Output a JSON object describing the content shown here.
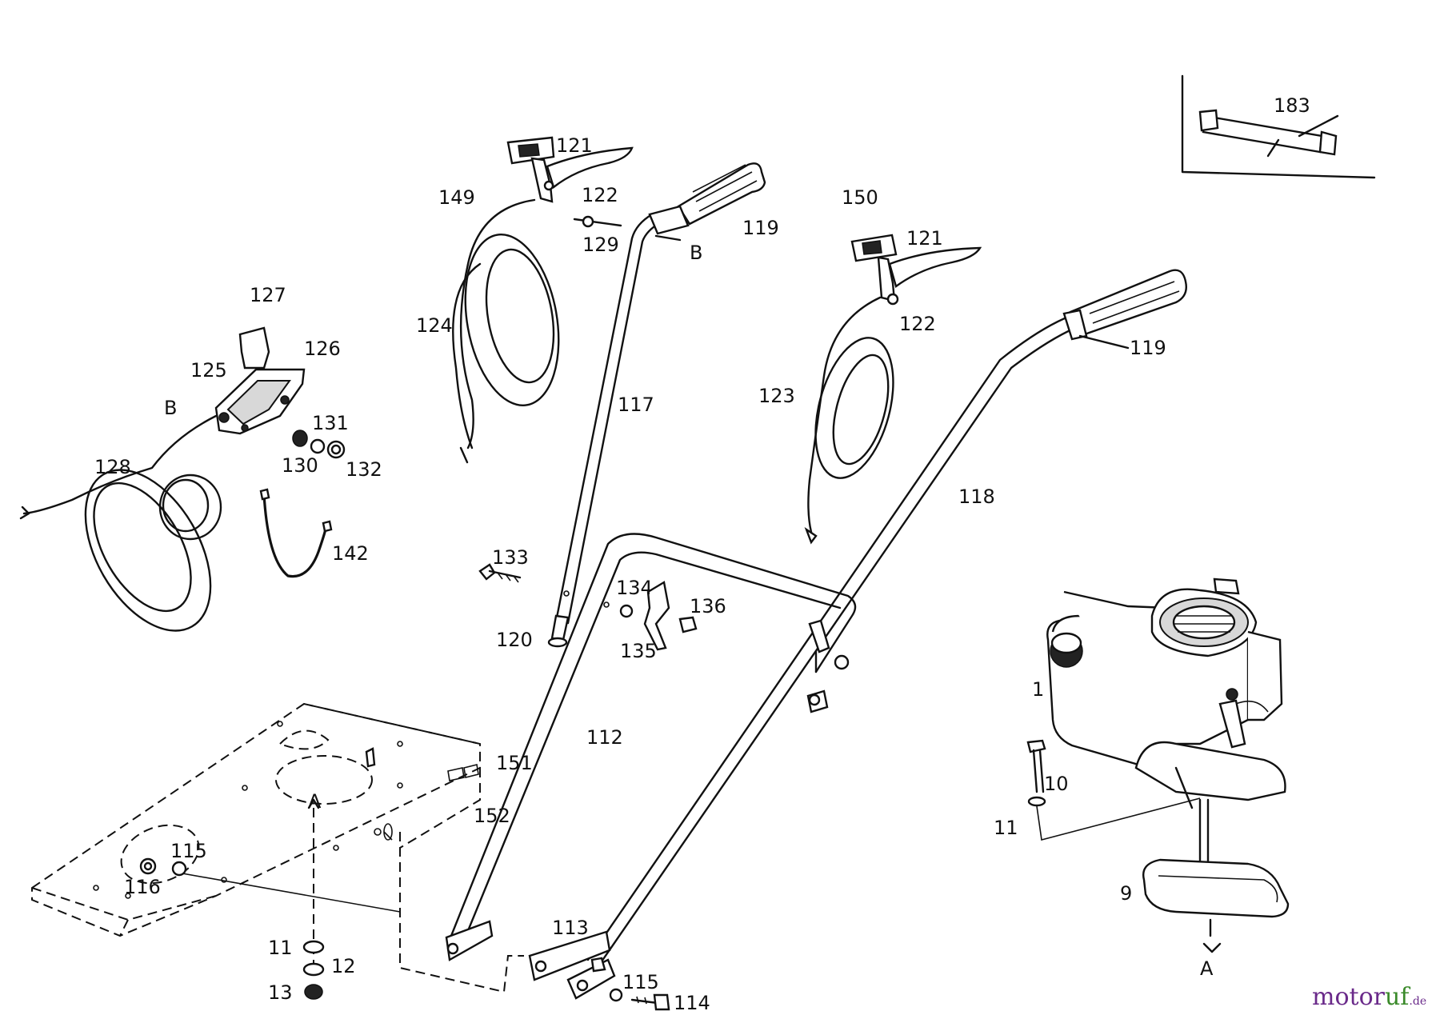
{
  "labels": {
    "n1": "1",
    "n9": "9",
    "n10": "10",
    "n11a": "11",
    "n11b": "11",
    "n12": "12",
    "n13": "13",
    "n112": "112",
    "n113": "113",
    "n114": "114",
    "n115a": "115",
    "n115b": "115",
    "n116": "116",
    "n117": "117",
    "n118": "118",
    "n119a": "119",
    "n119b": "119",
    "n120": "120",
    "n121a": "121",
    "n121b": "121",
    "n122a": "122",
    "n122b": "122",
    "n123": "123",
    "n124": "124",
    "n125": "125",
    "n126": "126",
    "n127": "127",
    "n128": "128",
    "n129": "129",
    "n130": "130",
    "n131": "131",
    "n132": "132",
    "n133": "133",
    "n134": "134",
    "n135": "135",
    "n136": "136",
    "n142": "142",
    "n149": "149",
    "n150": "150",
    "n151": "151",
    "n152": "152",
    "n183": "183",
    "refA1": "A",
    "refA2": "A",
    "refB1": "B",
    "refB2": "B"
  },
  "watermark": {
    "brand_part1": "motor",
    "brand_part2": "uf",
    "suffix": ".de"
  },
  "colors": {
    "line": "#111111",
    "watermark_main": "#6a2a8a",
    "watermark_accent": "#3a8a2a"
  }
}
